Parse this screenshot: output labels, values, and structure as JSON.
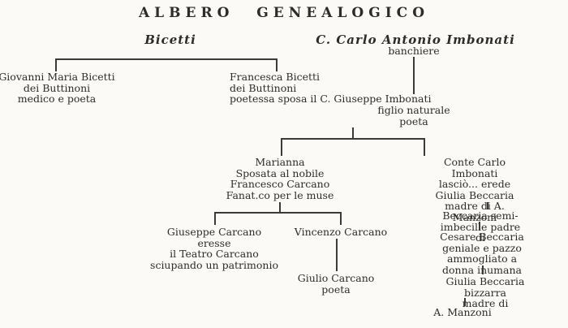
{
  "title": "ALBERO GENEALOGICO",
  "colors": {
    "paper": "#fbfaf7",
    "ink": "#2f2c28",
    "line": "#3d3a35"
  },
  "headings": {
    "bicetti": "Bicetti",
    "imbonati": "C. Carlo Antonio Imbonati",
    "imbonati_sub": "banchiere"
  },
  "nodes": {
    "giovanni_bicetti": "Giovanni Maria Bicetti\ndei Buttinoni\nmedico e poeta",
    "francesca_bicetti": "Francesca Bicetti\ndei Buttinoni\npoetessa sposa il C. Giuseppe Imbonati",
    "giuseppe_imbonati": "figlio naturale\npoeta",
    "marianna": "Marianna\nSposata al nobile\nFrancesco Carcano\nFanat.co per le muse",
    "conte_carlo_imbonati": "Conte Carlo Imbonati\nlasciò... erede\nGiulia Beccaria\nmadre di A. Manzoni",
    "giuseppe_carcano": "Giuseppe Carcano\neresse\nil Teatro Carcano\nsciupando un patrimonio",
    "vincenzo_carcano": "Vincenzo Carcano",
    "giulio_carcano": "Giulio Carcano\npoeta",
    "beccaria_padre": "Beccaria semi-imbecille padre di",
    "cesare_beccaria": "Cesare Beccaria\ngeniale e pazzo\nammogliato a donna inumana",
    "giulia_beccaria": "Giulia Beccaria bizzarra\nmadre di",
    "a_manzoni": "A. Manzoni"
  }
}
